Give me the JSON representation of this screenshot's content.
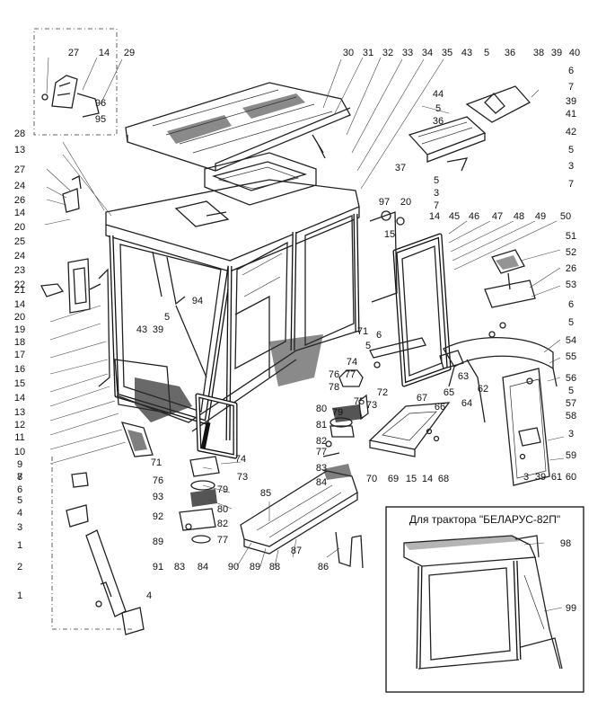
{
  "inset": {
    "title": "Для трактора \"БЕЛАРУС-82П\""
  },
  "callouts": [
    {
      "text": "27"
    },
    {
      "text": "14"
    },
    {
      "text": "29"
    },
    {
      "text": "96"
    },
    {
      "text": "95"
    },
    {
      "text": "30"
    },
    {
      "text": "31"
    },
    {
      "text": "32"
    },
    {
      "text": "33"
    },
    {
      "text": "34"
    },
    {
      "text": "35"
    },
    {
      "text": "43"
    },
    {
      "text": "5"
    },
    {
      "text": "36"
    },
    {
      "text": "38"
    },
    {
      "text": "39"
    },
    {
      "text": "40"
    },
    {
      "text": "6"
    },
    {
      "text": "7"
    },
    {
      "text": "39"
    },
    {
      "text": "41"
    },
    {
      "text": "44"
    },
    {
      "text": "5"
    },
    {
      "text": "36"
    },
    {
      "text": "42"
    },
    {
      "text": "5"
    },
    {
      "text": "37"
    },
    {
      "text": "3"
    },
    {
      "text": "7"
    },
    {
      "text": "5"
    },
    {
      "text": "3"
    },
    {
      "text": "7"
    },
    {
      "text": "28"
    },
    {
      "text": "13"
    },
    {
      "text": "27"
    },
    {
      "text": "24"
    },
    {
      "text": "26"
    },
    {
      "text": "14"
    },
    {
      "text": "20"
    },
    {
      "text": "25"
    },
    {
      "text": "24"
    },
    {
      "text": "23"
    },
    {
      "text": "22"
    },
    {
      "text": "21"
    },
    {
      "text": "14"
    },
    {
      "text": "20"
    },
    {
      "text": "19"
    },
    {
      "text": "18"
    },
    {
      "text": "17"
    },
    {
      "text": "16"
    },
    {
      "text": "15"
    },
    {
      "text": "14"
    },
    {
      "text": "13"
    },
    {
      "text": "12"
    },
    {
      "text": "11"
    },
    {
      "text": "10"
    },
    {
      "text": "9"
    },
    {
      "text": "8"
    },
    {
      "text": "97"
    },
    {
      "text": "20"
    },
    {
      "text": "14"
    },
    {
      "text": "45"
    },
    {
      "text": "46"
    },
    {
      "text": "47"
    },
    {
      "text": "48"
    },
    {
      "text": "49"
    },
    {
      "text": "50"
    },
    {
      "text": "15"
    },
    {
      "text": "51"
    },
    {
      "text": "52"
    },
    {
      "text": "26"
    },
    {
      "text": "53"
    },
    {
      "text": "6"
    },
    {
      "text": "5"
    },
    {
      "text": "54"
    },
    {
      "text": "55"
    },
    {
      "text": "56"
    },
    {
      "text": "5"
    },
    {
      "text": "57"
    },
    {
      "text": "58"
    },
    {
      "text": "3"
    },
    {
      "text": "59"
    },
    {
      "text": "60"
    },
    {
      "text": "61"
    },
    {
      "text": "39"
    },
    {
      "text": "3"
    },
    {
      "text": "43"
    },
    {
      "text": "39"
    },
    {
      "text": "5"
    },
    {
      "text": "94"
    },
    {
      "text": "71"
    },
    {
      "text": "6"
    },
    {
      "text": "5"
    },
    {
      "text": "76"
    },
    {
      "text": "77"
    },
    {
      "text": "74"
    },
    {
      "text": "78"
    },
    {
      "text": "75"
    },
    {
      "text": "72"
    },
    {
      "text": "73"
    },
    {
      "text": "79"
    },
    {
      "text": "80"
    },
    {
      "text": "81"
    },
    {
      "text": "82"
    },
    {
      "text": "77"
    },
    {
      "text": "83"
    },
    {
      "text": "84"
    },
    {
      "text": "63"
    },
    {
      "text": "62"
    },
    {
      "text": "65"
    },
    {
      "text": "64"
    },
    {
      "text": "67"
    },
    {
      "text": "66"
    },
    {
      "text": "70"
    },
    {
      "text": "69"
    },
    {
      "text": "15"
    },
    {
      "text": "14"
    },
    {
      "text": "68"
    },
    {
      "text": "71"
    },
    {
      "text": "74"
    },
    {
      "text": "76"
    },
    {
      "text": "73"
    },
    {
      "text": "93"
    },
    {
      "text": "79"
    },
    {
      "text": "80"
    },
    {
      "text": "92"
    },
    {
      "text": "82"
    },
    {
      "text": "89"
    },
    {
      "text": "77"
    },
    {
      "text": "91"
    },
    {
      "text": "83"
    },
    {
      "text": "84"
    },
    {
      "text": "85"
    },
    {
      "text": "90"
    },
    {
      "text": "89"
    },
    {
      "text": "88"
    },
    {
      "text": "87"
    },
    {
      "text": "86"
    },
    {
      "text": "7"
    },
    {
      "text": "6"
    },
    {
      "text": "5"
    },
    {
      "text": "4"
    },
    {
      "text": "3"
    },
    {
      "text": "1"
    },
    {
      "text": "2"
    },
    {
      "text": "1"
    },
    {
      "text": "4"
    },
    {
      "text": "98"
    },
    {
      "text": "99"
    }
  ]
}
